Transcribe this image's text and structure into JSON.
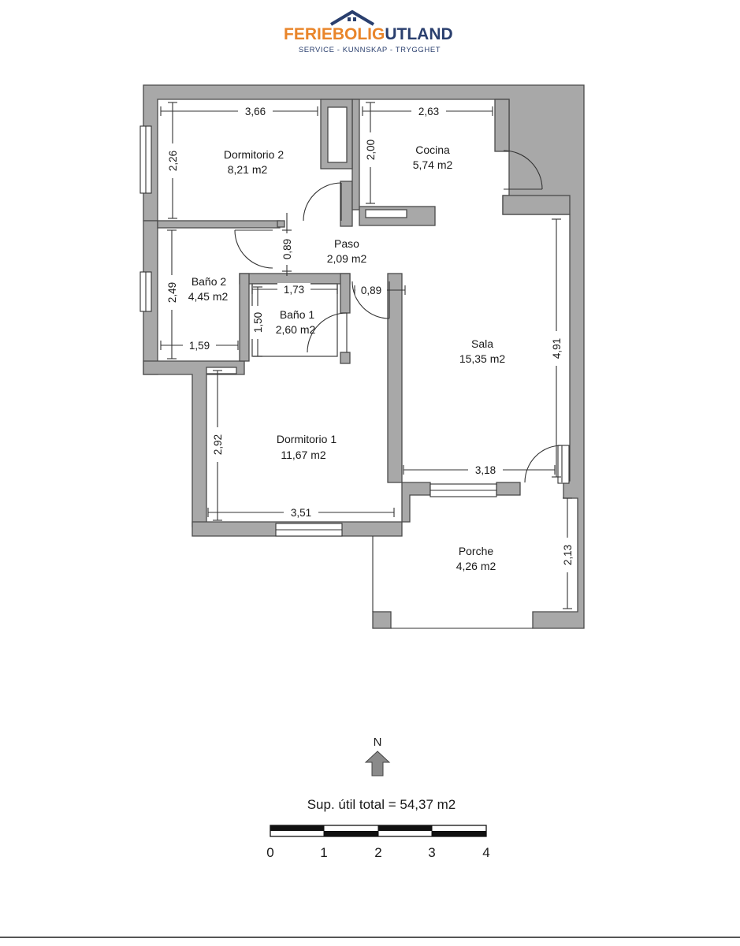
{
  "logo": {
    "part1": "FERIEBOLIG",
    "part2": "UTLAND",
    "tagline": "SERVICE - KUNNSKAP - TRYGGHET",
    "colors": {
      "orange": "#e9852a",
      "navy": "#2a3f6e"
    },
    "icon": "house-roof-icon"
  },
  "rooms": [
    {
      "id": "dormitorio-2",
      "name": "Dormitorio 2",
      "area": "8,21 m2"
    },
    {
      "id": "cocina",
      "name": "Cocina",
      "area": "5,74 m2"
    },
    {
      "id": "paso",
      "name": "Paso",
      "area": "2,09 m2"
    },
    {
      "id": "bano-2",
      "name": "Baño 2",
      "area": "4,45 m2"
    },
    {
      "id": "bano-1",
      "name": "Baño 1",
      "area": "2,60 m2"
    },
    {
      "id": "sala",
      "name": "Sala",
      "area": "15,35 m2"
    },
    {
      "id": "dormitorio-1",
      "name": "Dormitorio 1",
      "area": "11,67 m2"
    },
    {
      "id": "porche",
      "name": "Porche",
      "area": "4,26 m2"
    }
  ],
  "dimensions": {
    "dorm2_width": "3,66",
    "dorm2_depth": "2,26",
    "cocina_width": "2,63",
    "cocina_depth": "2,00",
    "paso_width": "0,89",
    "bano2_depth": "2,49",
    "bano2_width": "1,59",
    "bano1_width": "1,73",
    "bano1_depth": "1,50",
    "door_width": "0,89",
    "sala_depth": "4,91",
    "sala_width": "3,18",
    "dorm1_depth": "2,92",
    "dorm1_width": "3,51",
    "porche_depth": "2,13"
  },
  "north": {
    "label": "N",
    "icon": "north-arrow-icon"
  },
  "total_area": "Sup. útil total = 54,37 m2",
  "scale_bar": {
    "labels": [
      "0",
      "1",
      "2",
      "3",
      "4"
    ],
    "unit": "m"
  }
}
